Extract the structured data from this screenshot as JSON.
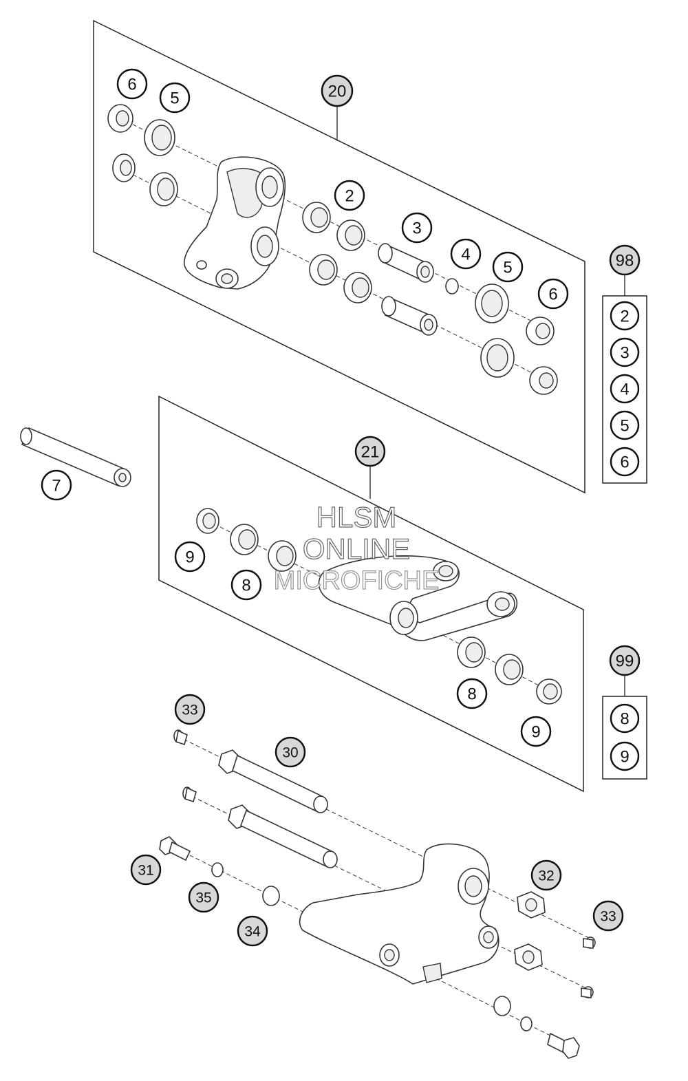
{
  "assembly_callouts": {
    "pro_lever": "20",
    "linkage_lever": "21",
    "kit_top": "98",
    "kit_mid": "99"
  },
  "callouts": {
    "p2": "2",
    "p3": "3",
    "p4": "4",
    "p5a": "5",
    "p5b": "5",
    "p6a": "6",
    "p6b": "6",
    "p7": "7",
    "p8a": "8",
    "p8b": "8",
    "p9a": "9",
    "p9b": "9",
    "p30": "30",
    "p31": "31",
    "p32": "32",
    "p33a": "33",
    "p33b": "33",
    "p34": "34",
    "p35": "35"
  },
  "kit_98_items": [
    "2",
    "3",
    "4",
    "5",
    "6"
  ],
  "kit_99_items": [
    "8",
    "9"
  ],
  "watermark": {
    "line1": "HLSM",
    "line2": "ONLINE",
    "line3": "MICROFICHE"
  }
}
